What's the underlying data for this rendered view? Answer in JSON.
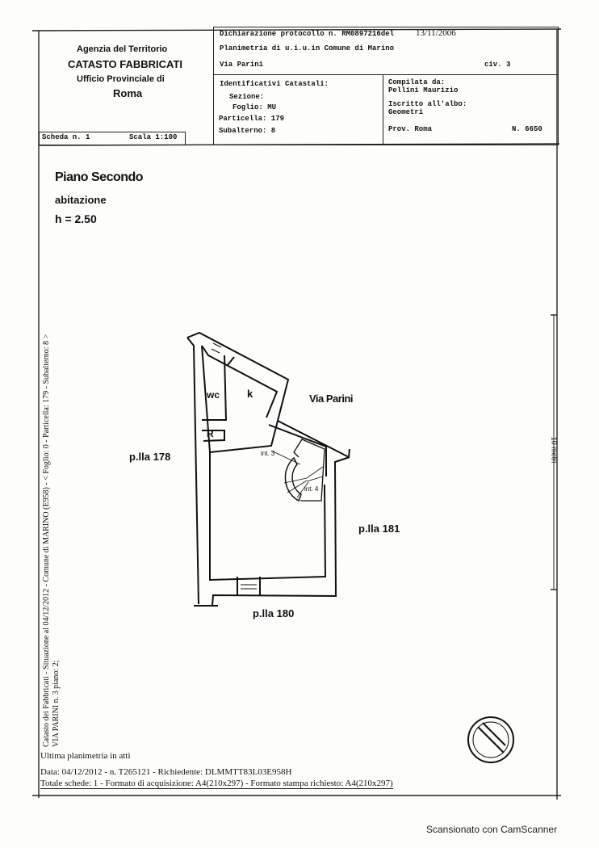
{
  "header": {
    "agency": "Agenzia del Territorio",
    "catasto": "CATASTO FABBRICATI",
    "office": "Ufficio Provinciale di",
    "city": "Roma",
    "declaration": "Dichiarazione protocollo n. RM0897216del",
    "declaration_date": "13/11/2006",
    "planimetry": "Planimetria di u.i.u.in Comune di Marino",
    "street": "Via Parini",
    "civic": "civ. 3",
    "identifiers_title": "Identificativi Catastali:",
    "sezione": "Sezione:",
    "foglio": "Foglio: MU",
    "particella": "Particella: 179",
    "subalterno": "Subalterno: 8",
    "compiled_by_label": "Compilata da:",
    "compiled_by": "Pellini Maurizio",
    "register_label": "Iscritto all'albo:",
    "register": "Geometri",
    "province": "Prov. Roma",
    "number": "N. 6650",
    "scheda": "Scheda n. 1",
    "scala": "Scala 1:100"
  },
  "plan": {
    "floor": "Piano Secondo",
    "use": "abitazione",
    "height": "h = 2.50",
    "rooms": {
      "wc": "wc",
      "k": "k",
      "r": "R",
      "int3": "int. 3",
      "int4": "int. 4"
    },
    "neighbors": {
      "street": "Via Parini",
      "p178": "p.lla 178",
      "p181": "p.lla 181",
      "p180": "p.lla 180"
    },
    "scale_label": "10 metri"
  },
  "side_text": {
    "line1": "Catasto dei Fabbricati - Situazione al 04/12/2012 - Comune di MARINO (E958) - < Foglio: 0 - Particella: 179 - Subalterno: 8 >",
    "line2": "VIA PARINI n. 3 piano: 2;"
  },
  "footer": {
    "last": "Ultima planimetria in atti",
    "data": "Data: 04/12/2012 - n. T265121 - Richiedente: DLMMTT83L03E958H",
    "totals": "Totale schede: 1 - Formato di acquisizione: A4(210x297)  - Formato stampa richiesto: A4(210x297)"
  },
  "watermark": "Scansionato con CamScanner"
}
